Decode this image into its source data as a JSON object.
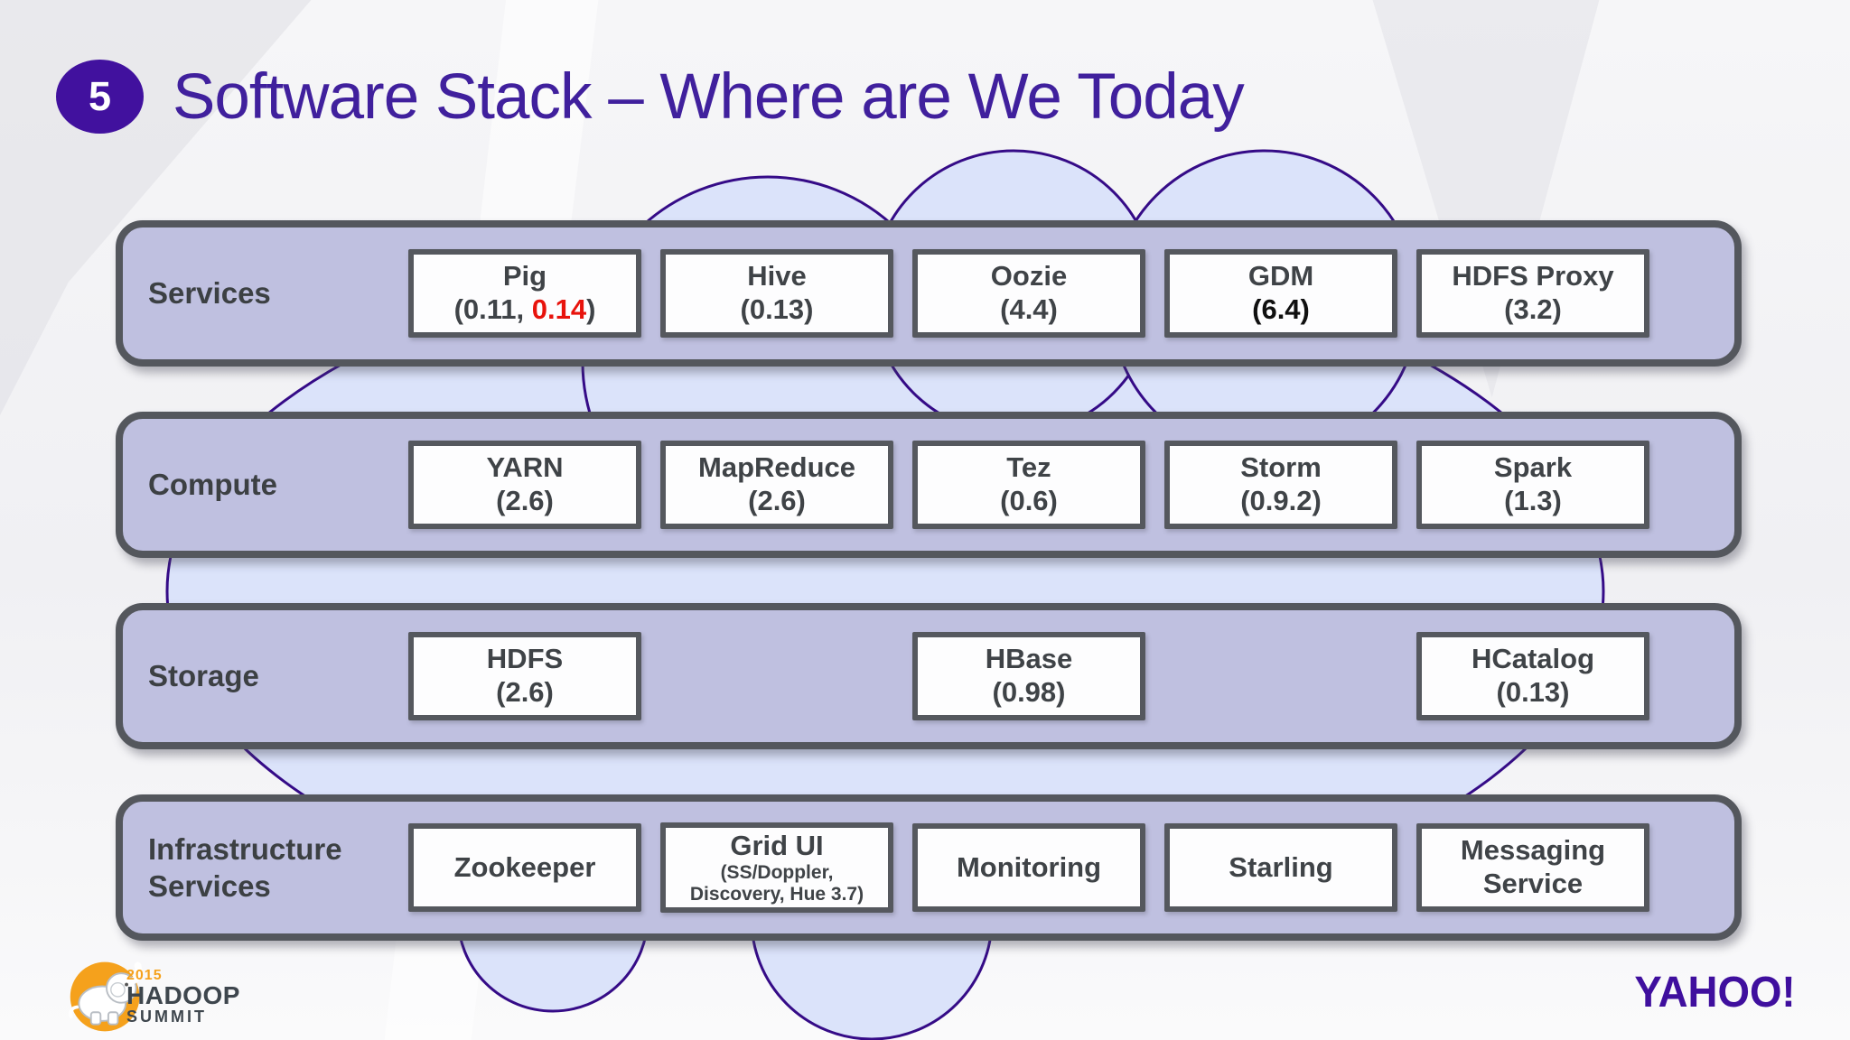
{
  "slide": {
    "number": "5",
    "title": "Software Stack – Where are We Today"
  },
  "colors": {
    "title_purple": "#40209d",
    "badge_purple": "#41119e",
    "row_fill": "#bfc0e0",
    "row_border": "#54575d",
    "box_border": "#55585e",
    "box_fill": "#fdfdfe",
    "cloud_fill": "#dbe3fa",
    "cloud_stroke": "#350b87",
    "text_gray": "#3f4347",
    "highlight_red": "#e8130c",
    "hadoop_orange": "#f5a11c"
  },
  "rows": [
    {
      "label": "Services",
      "items": [
        {
          "name": "Pig",
          "version_pre": "(0.11, ",
          "version_highlight": "0.14",
          "version_post": ")"
        },
        {
          "name": "Hive",
          "version": "(0.13)"
        },
        {
          "name": "Oozie",
          "version": "(4.4)"
        },
        {
          "name": "GDM",
          "version": "(6.4)"
        },
        {
          "name": "HDFS Proxy",
          "version": "(3.2)"
        }
      ]
    },
    {
      "label": "Compute",
      "items": [
        {
          "name": "YARN",
          "version": "(2.6)"
        },
        {
          "name": "MapReduce",
          "version": "(2.6)"
        },
        {
          "name": "Tez",
          "version": "(0.6)"
        },
        {
          "name": "Storm",
          "version": "(0.9.2)"
        },
        {
          "name": "Spark",
          "version": "(1.3)"
        }
      ]
    },
    {
      "label": "Storage",
      "items": [
        {
          "name": "HDFS",
          "version": "(2.6)"
        },
        {
          "name": "HBase",
          "version": "(0.98)"
        },
        {
          "name": "HCatalog",
          "version": "(0.13)"
        }
      ]
    },
    {
      "label": "Infrastructure Services",
      "items": [
        {
          "name": "Zookeeper"
        },
        {
          "name": "Grid UI",
          "subtitle_line1": "(SS/Doppler,",
          "subtitle_line2": "Discovery, Hue 3.7)"
        },
        {
          "name": "Monitoring"
        },
        {
          "name": "Starling"
        },
        {
          "name": "Messaging Service"
        }
      ]
    }
  ],
  "footer": {
    "hadoop_logo": {
      "year": "2015",
      "line1": "HADOOP",
      "line2": "SUMMIT"
    },
    "yahoo_logo": "YAHOO!"
  }
}
